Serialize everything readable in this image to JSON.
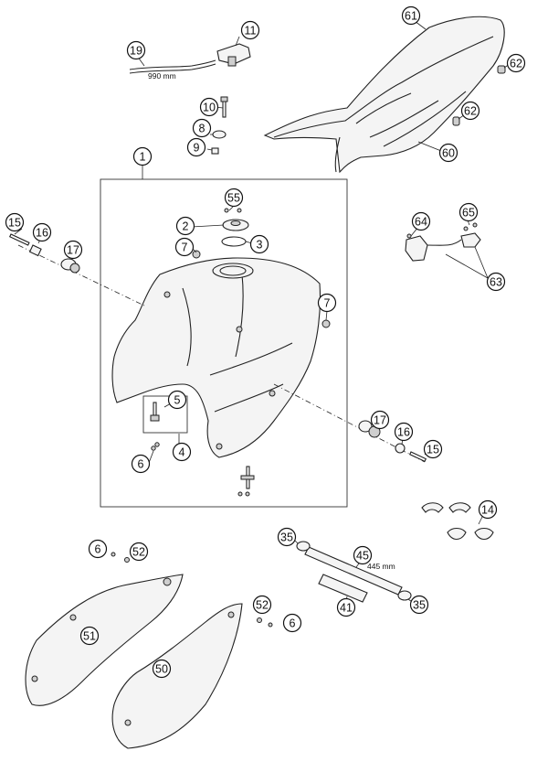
{
  "callouts": [
    {
      "n": "1"
    },
    {
      "n": "2"
    },
    {
      "n": "3"
    },
    {
      "n": "4"
    },
    {
      "n": "5"
    },
    {
      "n": "6"
    },
    {
      "n": "6"
    },
    {
      "n": "6"
    },
    {
      "n": "7"
    },
    {
      "n": "7"
    },
    {
      "n": "8"
    },
    {
      "n": "9"
    },
    {
      "n": "10"
    },
    {
      "n": "11"
    },
    {
      "n": "14"
    },
    {
      "n": "15"
    },
    {
      "n": "15"
    },
    {
      "n": "16"
    },
    {
      "n": "16"
    },
    {
      "n": "17"
    },
    {
      "n": "17"
    },
    {
      "n": "19"
    },
    {
      "n": "35"
    },
    {
      "n": "35"
    },
    {
      "n": "41"
    },
    {
      "n": "45"
    },
    {
      "n": "50"
    },
    {
      "n": "51"
    },
    {
      "n": "52"
    },
    {
      "n": "52"
    },
    {
      "n": "55"
    },
    {
      "n": "60"
    },
    {
      "n": "61"
    },
    {
      "n": "62"
    },
    {
      "n": "62"
    },
    {
      "n": "63"
    },
    {
      "n": "64"
    },
    {
      "n": "65"
    }
  ],
  "dimensions": {
    "cable_length": "990 mm",
    "tube_length": "445 mm"
  },
  "colors": {
    "line": "#222222",
    "background": "#ffffff"
  }
}
